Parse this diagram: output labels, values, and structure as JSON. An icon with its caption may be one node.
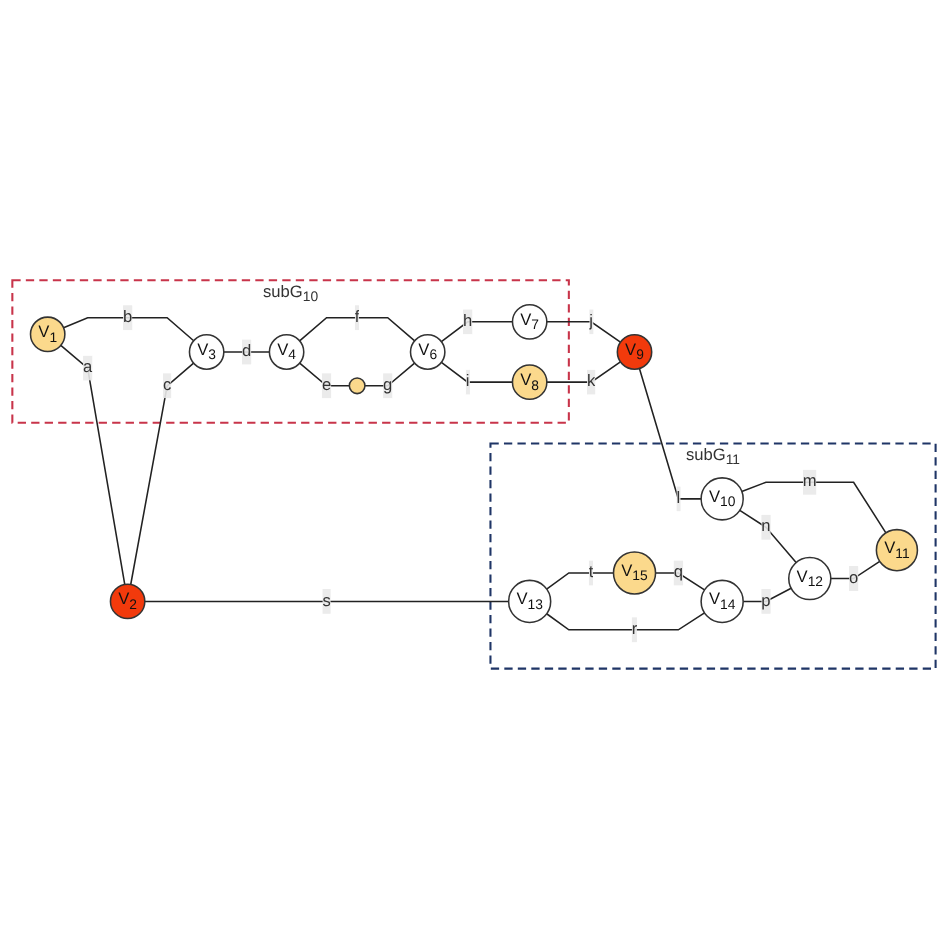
{
  "diagram": {
    "nodes": [
      {
        "text": [
          "subG$_{10}$"
        ]
      },
      {
        "text": [
          "subG$_{11}$"
        ]
      },
      {
        "text": [
          "V$_{1}$"
        ],
        "in": 0
      },
      {
        "text": [
          "V$_{2}$"
        ]
      },
      {
        "text": [
          "V$_{3}$"
        ],
        "in": 0
      },
      {
        "text": [
          "V$_{4}$"
        ],
        "in": 0
      },
      {
        "text": [],
        "shape": "circle",
        "in": 0
      },
      {
        "text": [
          "V$_{6}$"
        ],
        "in": 0
      },
      {
        "text": [
          "V$_{7}$"
        ],
        "in": 0
      },
      {
        "text": [
          "V$_{8}$"
        ],
        "in": 0
      },
      {
        "text": [
          "V$_{9}$"
        ]
      },
      {
        "text": [
          "V$_{10}$"
        ],
        "in": 1
      },
      {
        "text": [
          "V$_{11}$"
        ],
        "in": 1
      },
      {
        "text": [
          "V$_{12}$"
        ],
        "in": 1
      },
      {
        "text": [
          "V$_{13}$"
        ],
        "in": 1
      },
      {
        "text": [
          "V$_{14}$"
        ],
        "in": 1
      },
      {
        "text": [
          "V$_{15}$"
        ],
        "in": 1
      }
    ],
    "edges": [
      {
        "from": 2,
        "to": 3,
        "arrow": "none",
        "label": "a"
      },
      {
        "from": 2,
        "to": 4,
        "arrow": "none",
        "label": "b"
      },
      {
        "from": 3,
        "to": 4,
        "arrow": "none",
        "label": "c"
      },
      {
        "from": 4,
        "to": 5,
        "arrow": "none",
        "label": "d"
      },
      {
        "from": 5,
        "to": 6,
        "arrow": "none",
        "label": "e"
      },
      {
        "from": 5,
        "to": 7,
        "arrow": "none",
        "label": "f"
      },
      {
        "from": 6,
        "to": 7,
        "arrow": "none",
        "label": "g"
      },
      {
        "from": 7,
        "to": 8,
        "arrow": "none",
        "label": "h"
      },
      {
        "from": 7,
        "to": 9,
        "arrow": "none",
        "label": "i"
      },
      {
        "from": 8,
        "to": 10,
        "arrow": "none",
        "label": "j"
      },
      {
        "from": 9,
        "to": 10,
        "arrow": "none",
        "label": "k"
      },
      {
        "from": 10,
        "to": 11,
        "arrow": "none",
        "label": "l"
      },
      {
        "from": 11,
        "to": 12,
        "arrow": "none",
        "label": "m"
      },
      {
        "from": 11,
        "to": 13,
        "arrow": "none",
        "label": "n"
      },
      {
        "from": 13,
        "to": 12,
        "arrow": "none",
        "label": "o"
      },
      {
        "from": 15,
        "to": 13,
        "arrow": "none",
        "label": "p"
      },
      {
        "from": 16,
        "to": 15,
        "arrow": "none",
        "label": "q"
      },
      {
        "from": 14,
        "to": 15,
        "arrow": "none",
        "label": "r"
      },
      {
        "from": 3,
        "to": 14,
        "arrow": "none",
        "label": "s"
      },
      {
        "from": 14,
        "to": 16,
        "arrow": "none",
        "label": "t"
      }
    ]
  }
}
